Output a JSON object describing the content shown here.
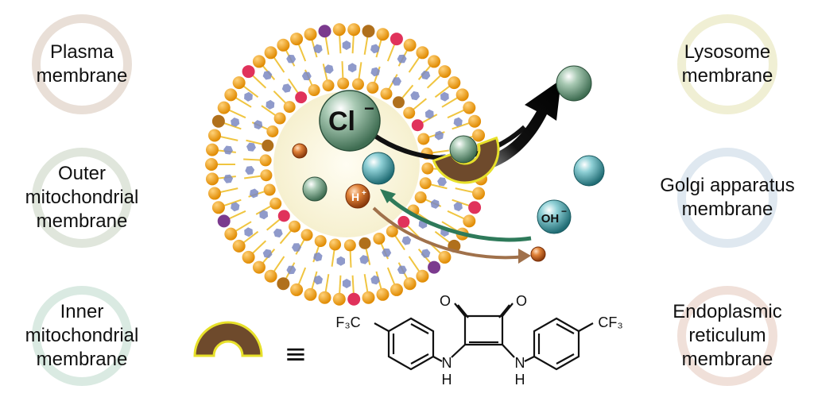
{
  "labels_left": [
    {
      "text": "Plasma\nmembrane",
      "ring_color": "#e7dcd3"
    },
    {
      "text": "Outer\nmitochondrial\nmembrane",
      "ring_color": "#dde3d8"
    },
    {
      "text": "Inner\nmitochondrial\nmembrane",
      "ring_color": "#d6e8df"
    }
  ],
  "labels_right": [
    {
      "text": "Lysosome\nmembrane",
      "ring_color": "#eeedcf"
    },
    {
      "text": "Golgi apparatus\nmembrane",
      "ring_color": "#dbe6ee"
    },
    {
      "text": "Endoplasmic\nreticulum\nmembrane",
      "ring_color": "#eeddd5"
    }
  ],
  "ions": {
    "chloride": "Cl",
    "chloride_charge": "−",
    "proton": "H",
    "proton_charge": "+",
    "hydroxide": "OH",
    "hydroxide_charge": "−"
  },
  "equivalence_symbol": "≡",
  "molecule": {
    "left_group": "F₃C",
    "right_group": "CF₃",
    "amine_left": "N",
    "amine_right": "N",
    "h_left": "H",
    "h_right": "H",
    "oxygen_left": "O",
    "oxygen_right": "O"
  },
  "colors": {
    "lipid_head": "#f2a118",
    "lipid_head_alt1": "#e0325b",
    "lipid_head_alt2": "#7b3a8e",
    "lipid_head_alt3": "#b0701c",
    "tail": "#f0c540",
    "cholesterol": "#7b88c2",
    "carrier_fill": "#6e4a2c",
    "carrier_edge": "#e7e02a",
    "chloride_ball": "#5f8f72",
    "hydroxide_ball": "#2d8b94",
    "proton_ball": "#c9621e",
    "green_arrow": "#2e7a5a",
    "brown_arrow": "#a0714b"
  }
}
